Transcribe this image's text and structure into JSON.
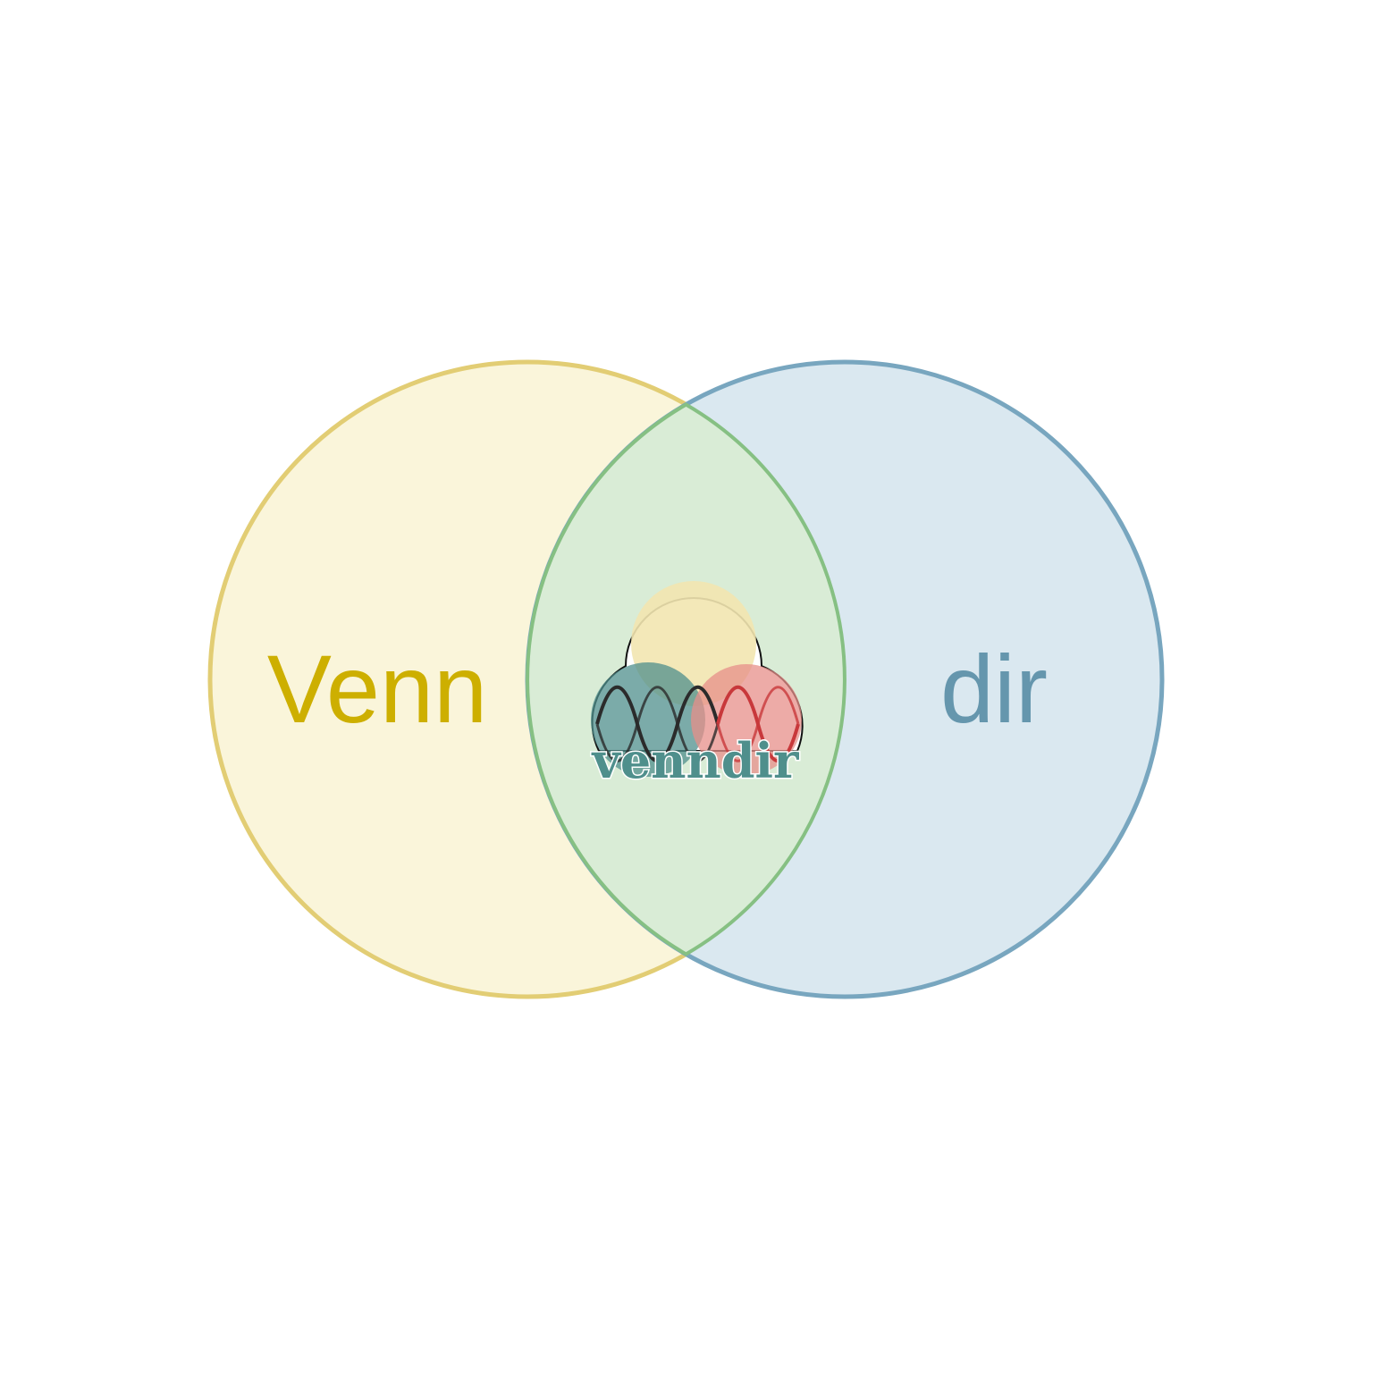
{
  "diagram": {
    "type": "venn",
    "sets": [
      {
        "label": "Venn",
        "fill": "#faf5da",
        "stroke": "#e2cd74",
        "text_color": "#cdaf00"
      },
      {
        "label": "dir",
        "fill": "#dae8f0",
        "stroke": "#78a6bf",
        "text_color": "#6596ad"
      }
    ],
    "overlap": {
      "fill": "#d9ecd6",
      "stroke": "#86c083"
    },
    "logo": {
      "word": "venndir",
      "icons": [
        "dna-helix-icon"
      ],
      "colors": {
        "top": "#f2e6b0",
        "left": "#4f8f8c",
        "right": "#e78f8a",
        "helix_dark": "#2b2b2b",
        "helix_red": "#c8383b"
      }
    }
  }
}
